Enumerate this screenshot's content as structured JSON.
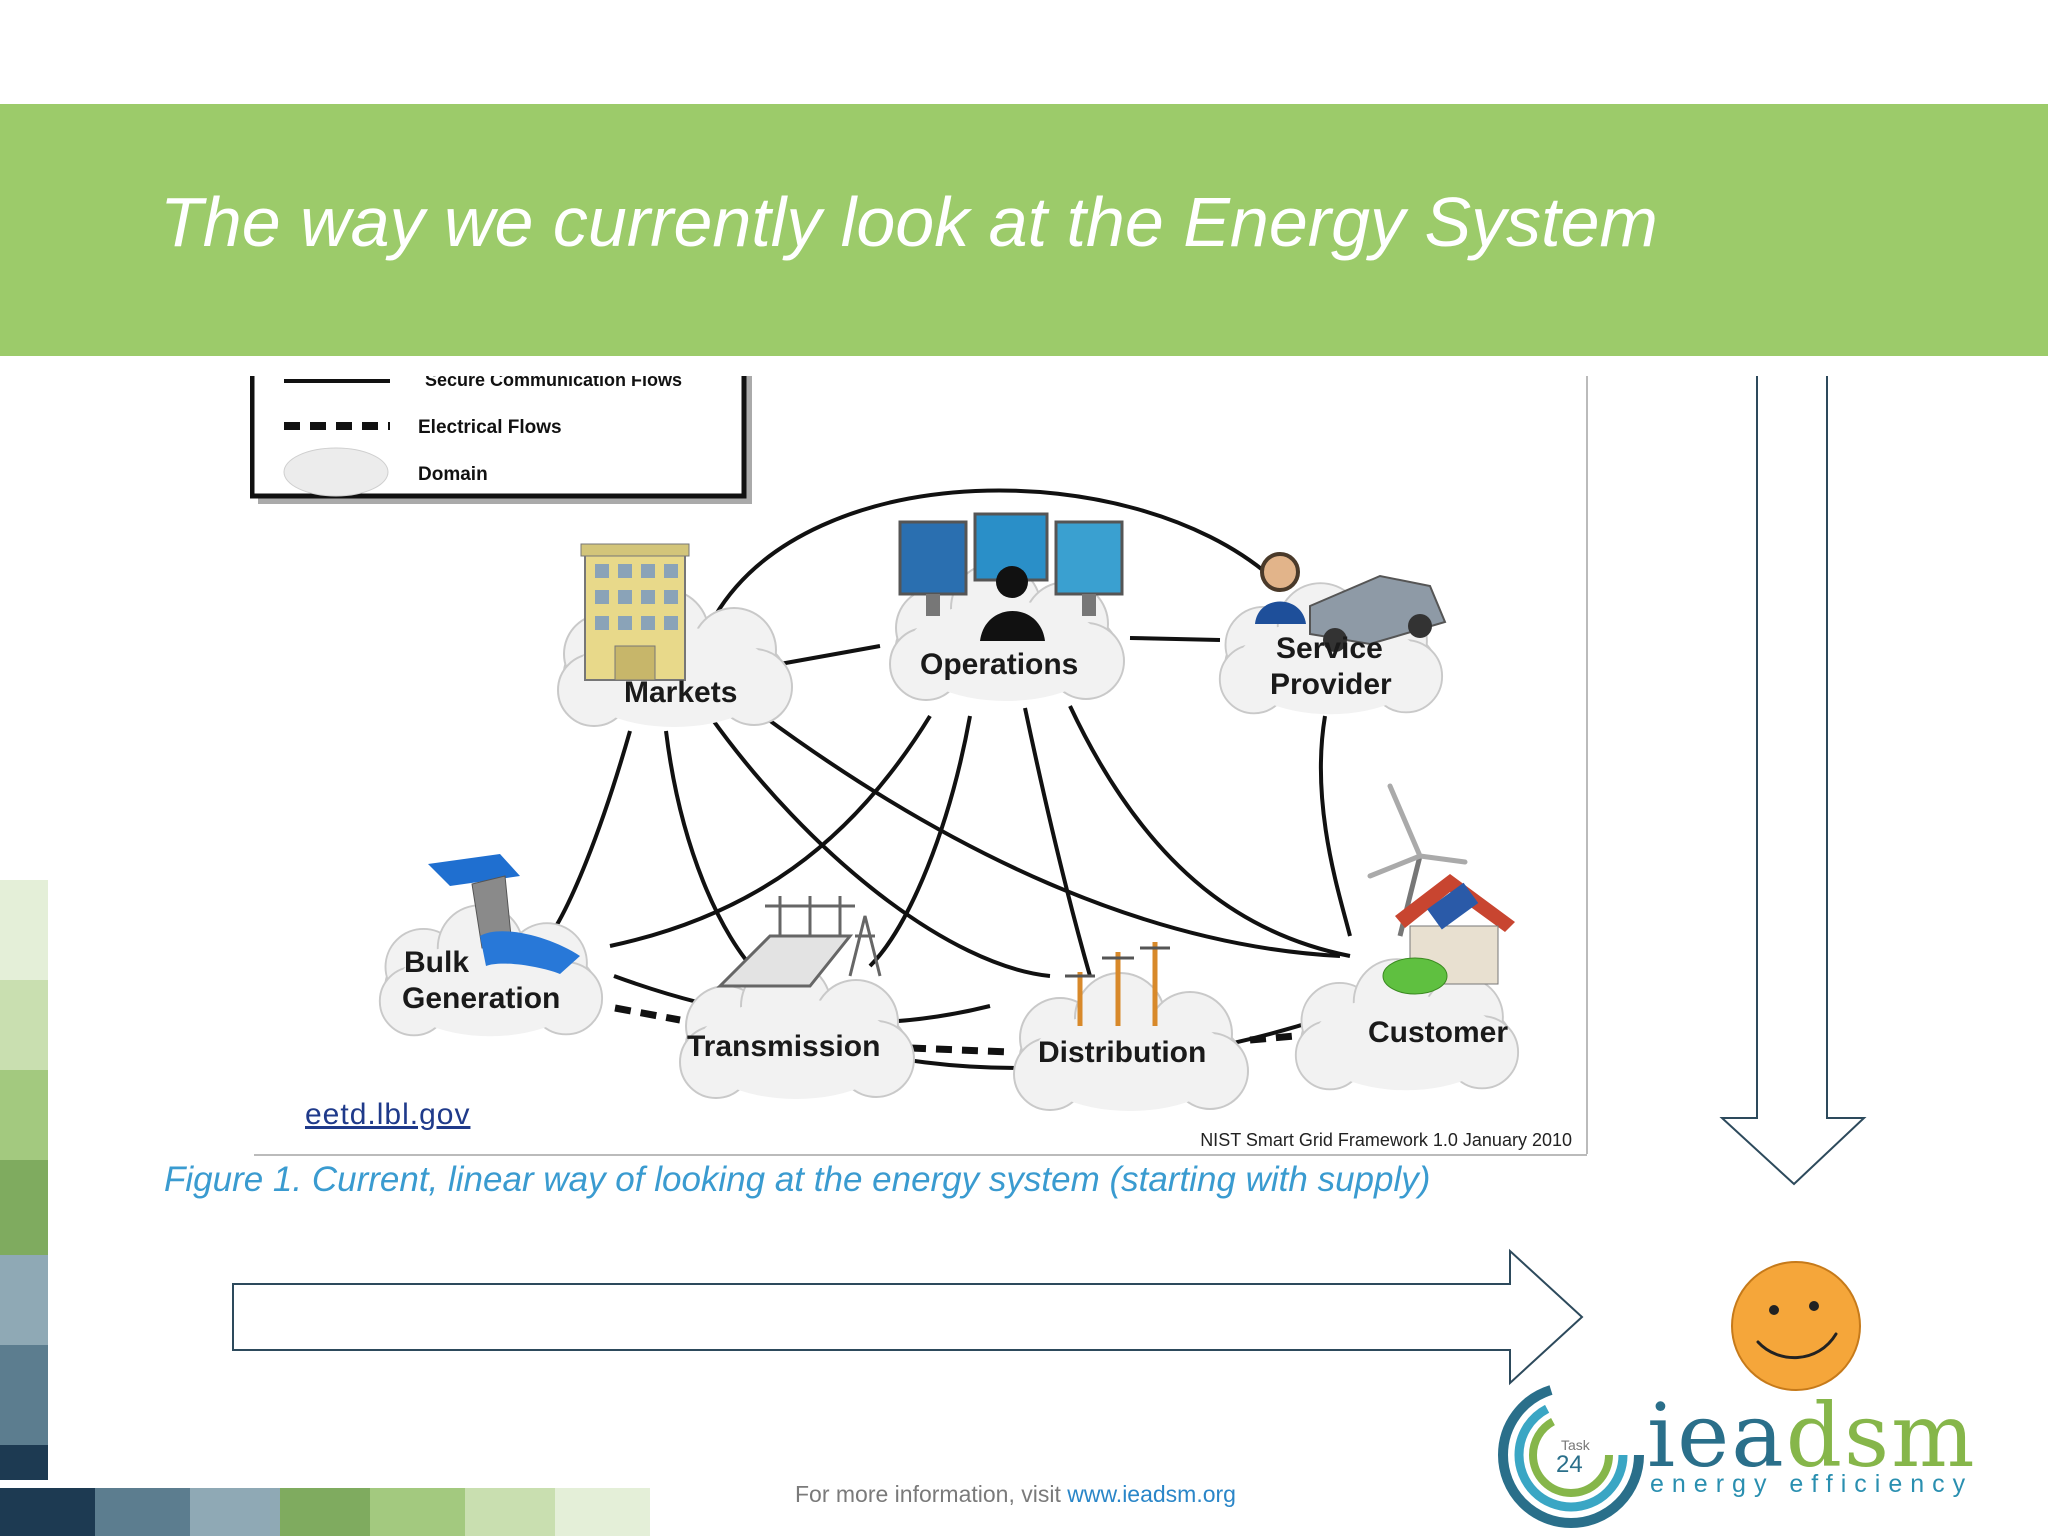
{
  "slide": {
    "title": "The way we currently look at the Energy System",
    "source_link": "eetd.lbl.gov",
    "caption": "Figure 1. Current, linear way of looking at the energy system (starting with supply)",
    "footer_prefix": "For more information, visit ",
    "footer_link": "www.ieadsm.org"
  },
  "diagram": {
    "legend": [
      "Secure Communication Flows",
      "Electrical Flows",
      "Domain"
    ],
    "nodes": {
      "markets": "Markets",
      "operations": "Operations",
      "service_provider_1": "Service",
      "service_provider_2": "Provider",
      "bulk_generation_1": "Bulk",
      "bulk_generation_2": "Generation",
      "transmission": "Transmission",
      "distribution": "Distribution",
      "customer": "Customer"
    },
    "credit": "NIST Smart Grid Framework 1.0 January 2010"
  },
  "logo": {
    "ie_a": "iea",
    "dsm": "dsm",
    "tagline": "energy efficiency",
    "task_label": "Task",
    "task_number": "24"
  },
  "colors": {
    "title_band": "#9ccb6a",
    "caption": "#3a9bd0",
    "mosaic": [
      "#dce9cf",
      "#c4dcab",
      "#9cc57a",
      "#7ba95c",
      "#8aa8b4",
      "#5f7f90",
      "#2d5068",
      "#18334a"
    ]
  }
}
